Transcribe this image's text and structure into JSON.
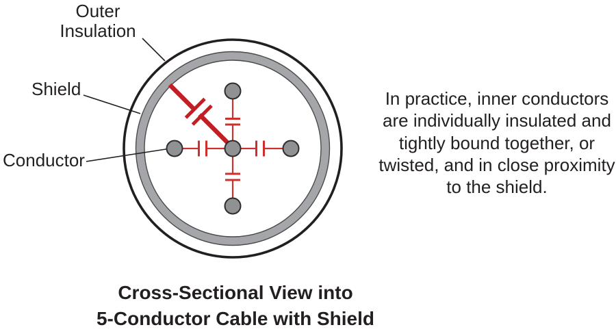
{
  "labels": {
    "outer_insulation": {
      "line1": "Outer",
      "line2": "Insulation"
    },
    "shield": "Shield",
    "conductor": "Conductor"
  },
  "note": {
    "lines": [
      "In practice, inner conductors",
      "are individually insulated and",
      "tightly bound together, or",
      "twisted, and in close proximity",
      "to the shield."
    ]
  },
  "caption": {
    "lines": [
      "Cross-Sectional View into",
      "5-Conductor Cable with Shield"
    ]
  },
  "colors": {
    "outline_black": "#231f20",
    "shield_gray": "#a4a6a9",
    "conductor_gray": "#8f9193",
    "capacitor_red": "#cc312e",
    "shield_capacitor_red": "#c11f24",
    "background": "#ffffff"
  }
}
